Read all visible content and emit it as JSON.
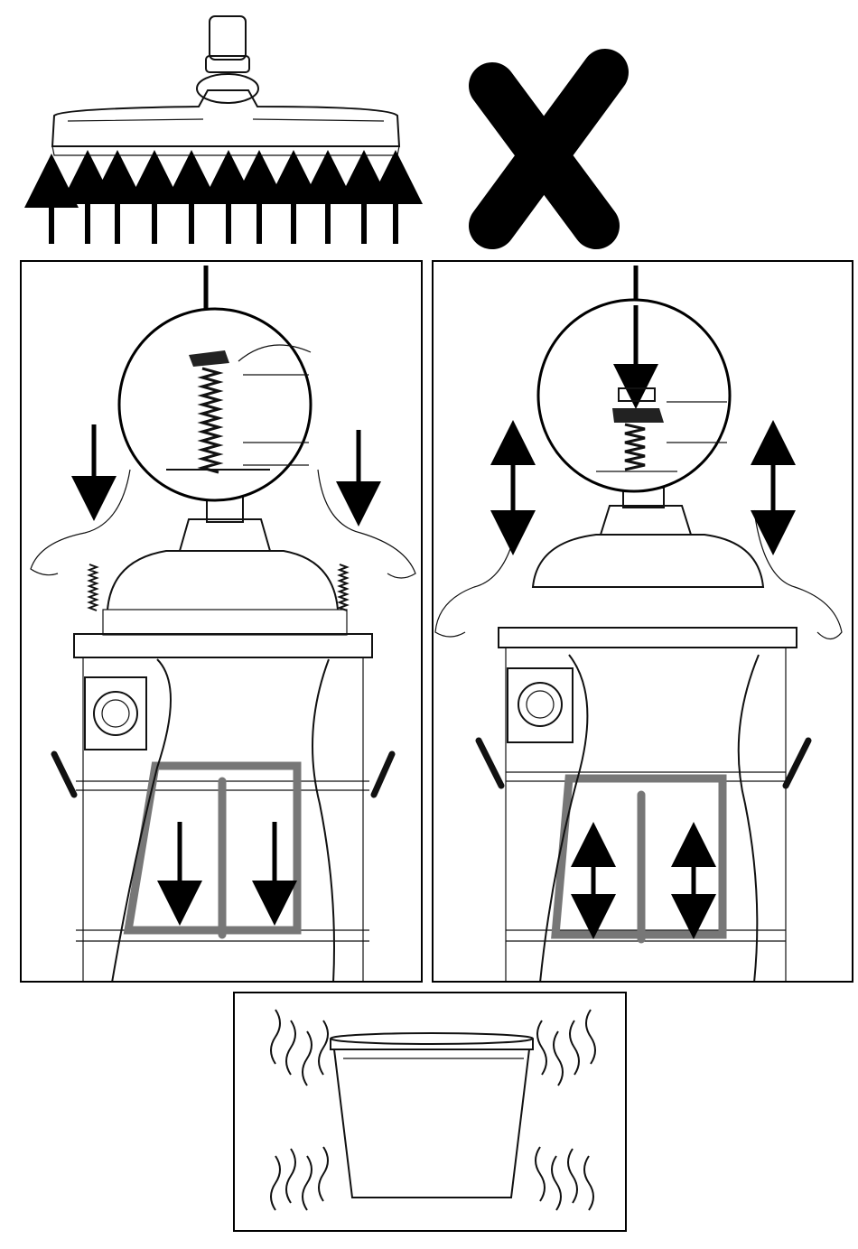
{
  "figure": {
    "top_left": {
      "icon": "floor-brush-icon",
      "arrows": 11,
      "arrow_direction": "up"
    },
    "top_right": {
      "icon": "cross-icon"
    },
    "left_panel": {
      "icon": "press-down-spring-icon",
      "arrow_direction": "down"
    },
    "right_panel": {
      "icon": "shake-up-down-icon",
      "arrow_direction": "up-down"
    },
    "bottom_panel": {
      "icon": "shake-bucket-icon"
    }
  },
  "colors": {
    "ink": "#000000",
    "frame_gray": "#777777",
    "background": "#ffffff"
  }
}
